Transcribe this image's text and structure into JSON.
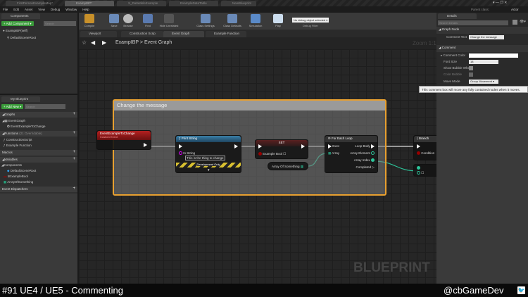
{
  "doc_tabs": [
    "FirstPersonExampleMap*",
    "ExampIBP*",
    "S_DatatableExample",
    "ExampleDataTable",
    "NewBlueprint"
  ],
  "menu": [
    "File",
    "Edit",
    "Asset",
    "View",
    "Debug",
    "Window",
    "Help"
  ],
  "parent_class": {
    "label": "Parent class:",
    "value": "Actor"
  },
  "components": {
    "tab": "Components",
    "add_label": "+ Add Component ▾",
    "search_placeholder": "Search",
    "items": [
      "ExampIBP(self)",
      "DefaultSceneRoot"
    ]
  },
  "my_blueprint": {
    "tab": "My Blueprint",
    "add_label": "+ Add New ▾",
    "search_placeholder": "Search",
    "graphs": "Graphs",
    "graph_items": [
      "EventGraph",
      "EventExampleToChange"
    ],
    "functions": "Functions",
    "functions_note": "(21 Overridable)",
    "function_items": [
      "ConstructionScript",
      "Example Function"
    ],
    "macros": "Macros",
    "variables": "Variables",
    "components": "Components",
    "component_items": [
      "DefaultSceneRoot",
      "bExampleBool",
      "ArrayOfSomething"
    ],
    "dispatchers": "Event Dispatchers"
  },
  "toolbar": {
    "buttons": [
      "Compile",
      "Save",
      "Browse",
      "Find",
      "Hide Unrelated",
      "Class Settings",
      "Class Defaults",
      "Simulation",
      "Play"
    ],
    "debug_select": "No debug object selected ▾",
    "debug_label": "Debug Filter"
  },
  "graph_tabs": [
    "Viewport",
    "Construction Scrip",
    "Event Graph",
    "Example Function"
  ],
  "breadcrumb": {
    "root": "ExampIBP",
    "sep": ">",
    "current": "Event Graph"
  },
  "zoom": "Zoom 1:1",
  "watermark": "BLUEPRINT",
  "comment": {
    "title": "Change the message",
    "border_color": "#e8a030"
  },
  "nodes": {
    "event": {
      "title": "EventExampleToChange",
      "subtitle": "Custom Event"
    },
    "print": {
      "title": "Print String",
      "in_label": "In String",
      "in_value": "This is the thing to change",
      "dev": "Development Only"
    },
    "set": {
      "title": "SET",
      "pin": "Example Bool"
    },
    "array_var": "Array Of Something",
    "foreach": {
      "title": "For Each Loop",
      "exec": "Exec",
      "array": "Array",
      "loop_body": "Loop Body",
      "element": "Array Element",
      "index": "Array Index",
      "completed": "Completed"
    },
    "branch": {
      "title": "Branch",
      "condition": "Condition"
    }
  },
  "details": {
    "tab": "Details",
    "search_placeholder": "Search Details",
    "graph_node": "Graph Node",
    "comment_text_label": "Comment Text",
    "comment_text": "Change the message",
    "comment": "Comment",
    "color_label": "Comment Color",
    "font_label": "Font Size",
    "font_value": "18",
    "bubble_label": "Show Bubble When",
    "color_bubble_label": "Color Bubble",
    "move_label": "Move Mode",
    "move_value": "Group Movement ▾"
  },
  "tooltip": "This comment box will move any fully contained nodes when it moves.",
  "caption": {
    "title": "#91 UE4 / UE5 - Commenting",
    "handle": "@cbGameDev"
  }
}
